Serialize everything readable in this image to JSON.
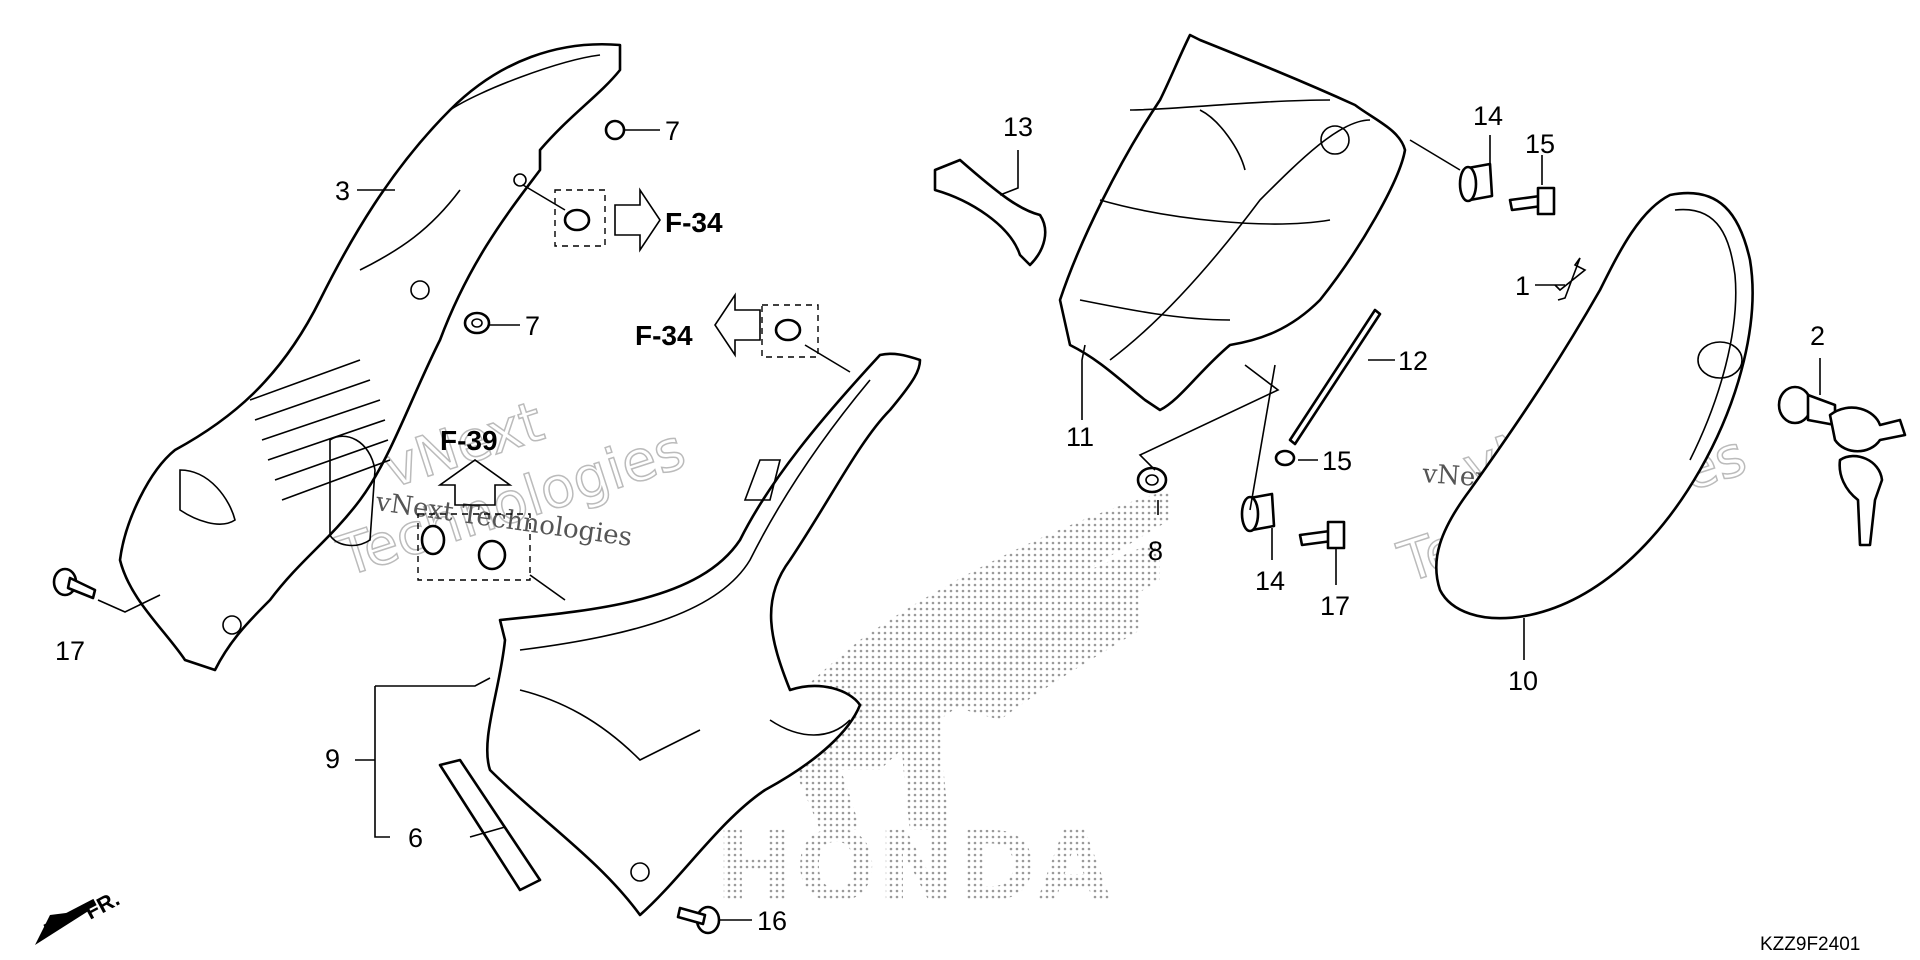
{
  "diagram": {
    "callouts": [
      {
        "id": "c1",
        "text": "1"
      },
      {
        "id": "c2",
        "text": "2"
      },
      {
        "id": "c3",
        "text": "3"
      },
      {
        "id": "c6",
        "text": "6"
      },
      {
        "id": "c7a",
        "text": "7"
      },
      {
        "id": "c7b",
        "text": "7"
      },
      {
        "id": "c8",
        "text": "8"
      },
      {
        "id": "c9",
        "text": "9"
      },
      {
        "id": "c10",
        "text": "10"
      },
      {
        "id": "c11",
        "text": "11"
      },
      {
        "id": "c12",
        "text": "12"
      },
      {
        "id": "c13",
        "text": "13"
      },
      {
        "id": "c14a",
        "text": "14"
      },
      {
        "id": "c14b",
        "text": "14"
      },
      {
        "id": "c15a",
        "text": "15"
      },
      {
        "id": "c15b",
        "text": "15"
      },
      {
        "id": "c16",
        "text": "16"
      },
      {
        "id": "c17a",
        "text": "17"
      },
      {
        "id": "c17b",
        "text": "17"
      }
    ],
    "references": {
      "f34_right": "F-34",
      "f34_left": "F-34",
      "f39": "F-39"
    },
    "direction_label": "FR.",
    "drawing_code": "KZZ9F2401",
    "logo_text": "HONDA",
    "watermarks": {
      "brand": "vNext Technologies",
      "big_line1": "vNext",
      "big_line2": "Technologies"
    }
  }
}
